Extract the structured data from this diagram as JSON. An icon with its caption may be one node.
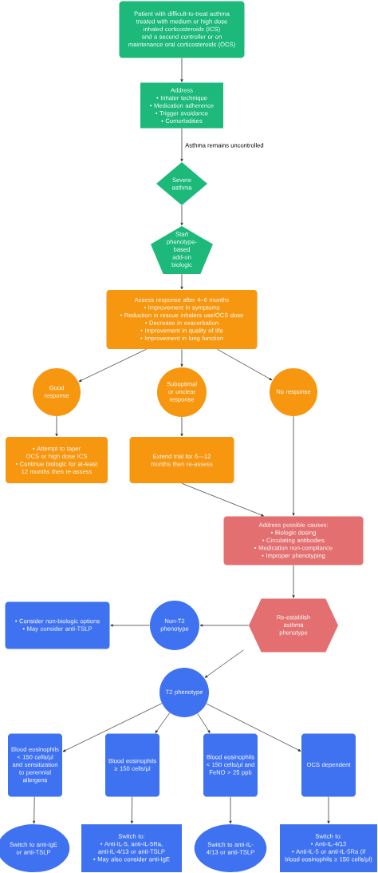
{
  "diagram": {
    "nodes": [
      {
        "text": [
          "Patient with difficult-to-treat asthma treated with medium or high dose inhaled corticosteroids (ICS) and a second controller or on maintenance oral corticosteroids (OCS)"
        ]
      },
      {
        "text": [
          "Address",
          "• Inhaler technique",
          "• Medication adherence",
          "• Trigger avoidance",
          "• Comorbidities"
        ]
      },
      {
        "text": [
          "Severe asthma"
        ]
      },
      {
        "text": [
          "Start phenotype-based add-on biologic"
        ]
      },
      {
        "text": [
          "Assess response after 4–6 months",
          "• Improvement in symptoms",
          "• Reduction in rescue inhalers use/OCS dose",
          "• Decrease in exacerbation",
          "• Improvement in quality of life",
          "• Improvement in lung function"
        ]
      },
      {
        "text": [
          "Good response"
        ]
      },
      {
        "text": [
          "Suboptimal or unclear response"
        ]
      },
      {
        "text": [
          "No response"
        ]
      },
      {
        "text": [
          "• Attempt to taper OCS or high dose ICS",
          "• Continue biologic for at-least 12 months then re-assess"
        ]
      },
      {
        "text": [
          "Extend trial for 6—12 months then re-assess"
        ]
      },
      {
        "text": [
          "Address possible causes:",
          "• Biologic dosing",
          "• Circulating antibodies",
          "• Medication non-compliance",
          "• Improper phenotyping"
        ]
      },
      {
        "text": [
          "Re-establish asthma phenotype"
        ]
      },
      {
        "text": [
          "• Consider non-biologic options",
          "• May consider anti-TSLP"
        ]
      },
      {
        "text": [
          "Non-T2 phenotype"
        ]
      },
      {
        "text": [
          "T2 phenotype"
        ]
      },
      {
        "text": [
          "Blood eosinophils < 150 cells/µl and sensitization to perennial allergens"
        ]
      },
      {
        "text": [
          "Blood eosinophils ≥ 150 cells/µl"
        ]
      },
      {
        "text": [
          "Blood eosinophils < 150 cells/µl and FeNO > 25 ppb"
        ]
      },
      {
        "text": [
          "OCS dependent"
        ]
      },
      {
        "text": [
          "Switch to anti-IgE",
          "or anti-TSLP"
        ]
      },
      {
        "text": [
          "Switch to:",
          "• Anti-IL-5, anti-IL-5Ra, anti-IL-4/13 or anti-TSLP",
          "• May also consider anti-IgE"
        ]
      },
      {
        "text": [
          "Switch to anti-IL-4/13 or anti-TSLP"
        ]
      },
      {
        "text": [
          "Switch to:",
          "• Anti-IL-4/13",
          "• Anti-IL-5 or anti-IL-5Ra (if blood eosinophils ≥ 150 cells/µl)"
        ]
      }
    ],
    "edges": [
      {
        "from": 0,
        "to": 1,
        "arrow": "to"
      },
      {
        "from": 1,
        "to": 2,
        "arrow": "to",
        "label": "Asthma remains uncontrolled"
      },
      {
        "from": 2,
        "to": 3,
        "arrow": "to"
      },
      {
        "from": 3,
        "to": 4,
        "arrow": "to"
      },
      {
        "from": 4,
        "to": 5,
        "arrow": "to"
      },
      {
        "from": 4,
        "to": 6,
        "arrow": "to"
      },
      {
        "from": 4,
        "to": 7,
        "arrow": "to"
      },
      {
        "from": 5,
        "to": 8,
        "arrow": "to"
      },
      {
        "from": 6,
        "to": 9,
        "arrow": "to"
      },
      {
        "from": 9,
        "to": 10,
        "arrow": "to"
      },
      {
        "from": 7,
        "to": 10,
        "arrow": "to"
      },
      {
        "from": 10,
        "to": 11,
        "arrow": "to"
      },
      {
        "from": 11,
        "to": 13,
        "arrow": "to"
      },
      {
        "from": 13,
        "to": 12,
        "arrow": "to"
      },
      {
        "from": 11,
        "to": 14,
        "arrow": "to"
      },
      {
        "from": 14,
        "to": 15,
        "arrow": "to"
      },
      {
        "from": 14,
        "to": 16,
        "arrow": "to"
      },
      {
        "from": 14,
        "to": 17,
        "arrow": "to"
      },
      {
        "from": 14,
        "to": 18,
        "arrow": "to"
      },
      {
        "from": 15,
        "to": 19,
        "arrow": "to"
      },
      {
        "from": 16,
        "to": 20,
        "arrow": "to"
      },
      {
        "from": 17,
        "to": 21,
        "arrow": "to"
      },
      {
        "from": 18,
        "to": 22,
        "arrow": "to"
      }
    ]
  }
}
